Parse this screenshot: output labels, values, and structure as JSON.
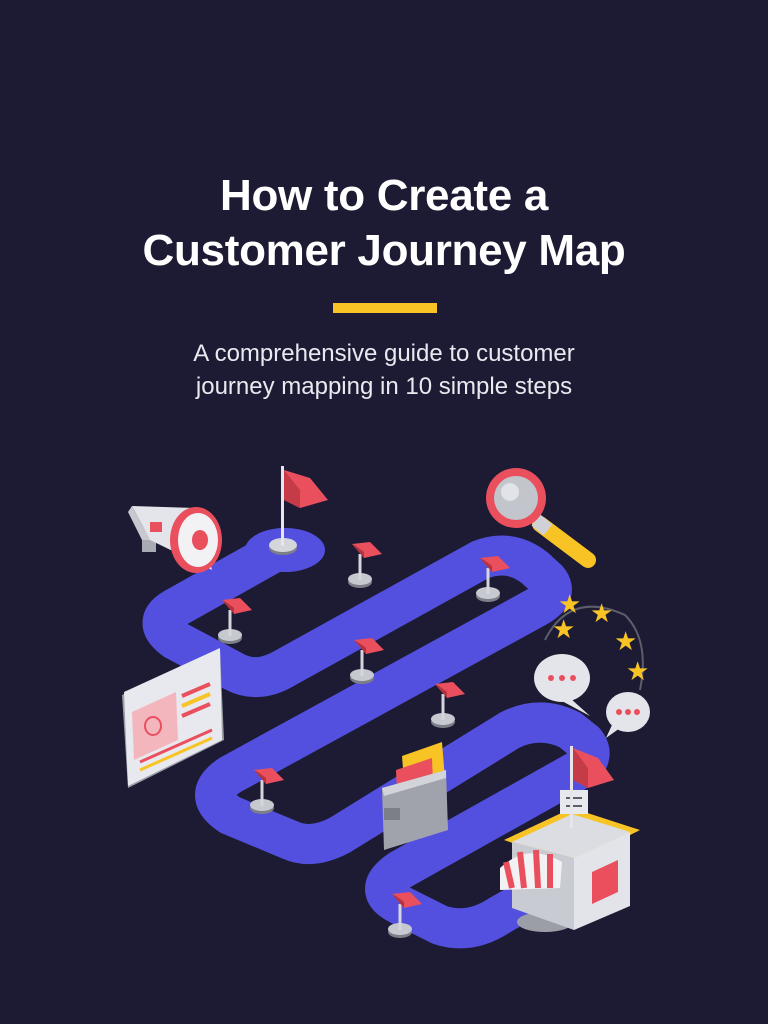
{
  "title": {
    "line1": "How to Create a",
    "line2": "Customer Journey Map"
  },
  "subtitle": {
    "line1": "A comprehensive guide to customer",
    "line2": "journey mapping in 10 simple steps"
  },
  "colors": {
    "background": "#1c1b33",
    "accent": "#f8c325",
    "path": "#5450df",
    "flag": "#ea4f5e"
  },
  "illustration": {
    "icons": [
      "megaphone-icon",
      "magnifier-icon",
      "stars-icon",
      "chat-bubble-icon",
      "browser-window-icon",
      "wallet-icon",
      "storefront-icon",
      "flag-icon"
    ]
  }
}
